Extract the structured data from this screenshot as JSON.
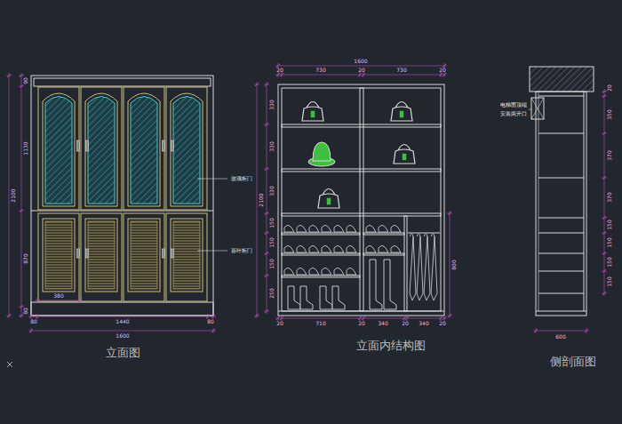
{
  "diagram": {
    "labels": [
      "90",
      "1130",
      "870",
      "80",
      "2100",
      "380",
      "80",
      "1440",
      "80",
      "1600",
      "玻璃柜门",
      "百叶柜门",
      "立面图",
      "1600",
      "20",
      "730",
      "20",
      "730",
      "20",
      "2100",
      "330",
      "330",
      "330",
      "150",
      "150",
      "150",
      "250",
      "800",
      "20",
      "710",
      "20",
      "340",
      "20",
      "340",
      "20",
      "立面内结构图",
      "电梯面顶端",
      "安装两开口",
      "20",
      "350",
      "370",
      "370",
      "150",
      "150",
      "150",
      "150",
      "600",
      "侧剖面图"
    ]
  }
}
